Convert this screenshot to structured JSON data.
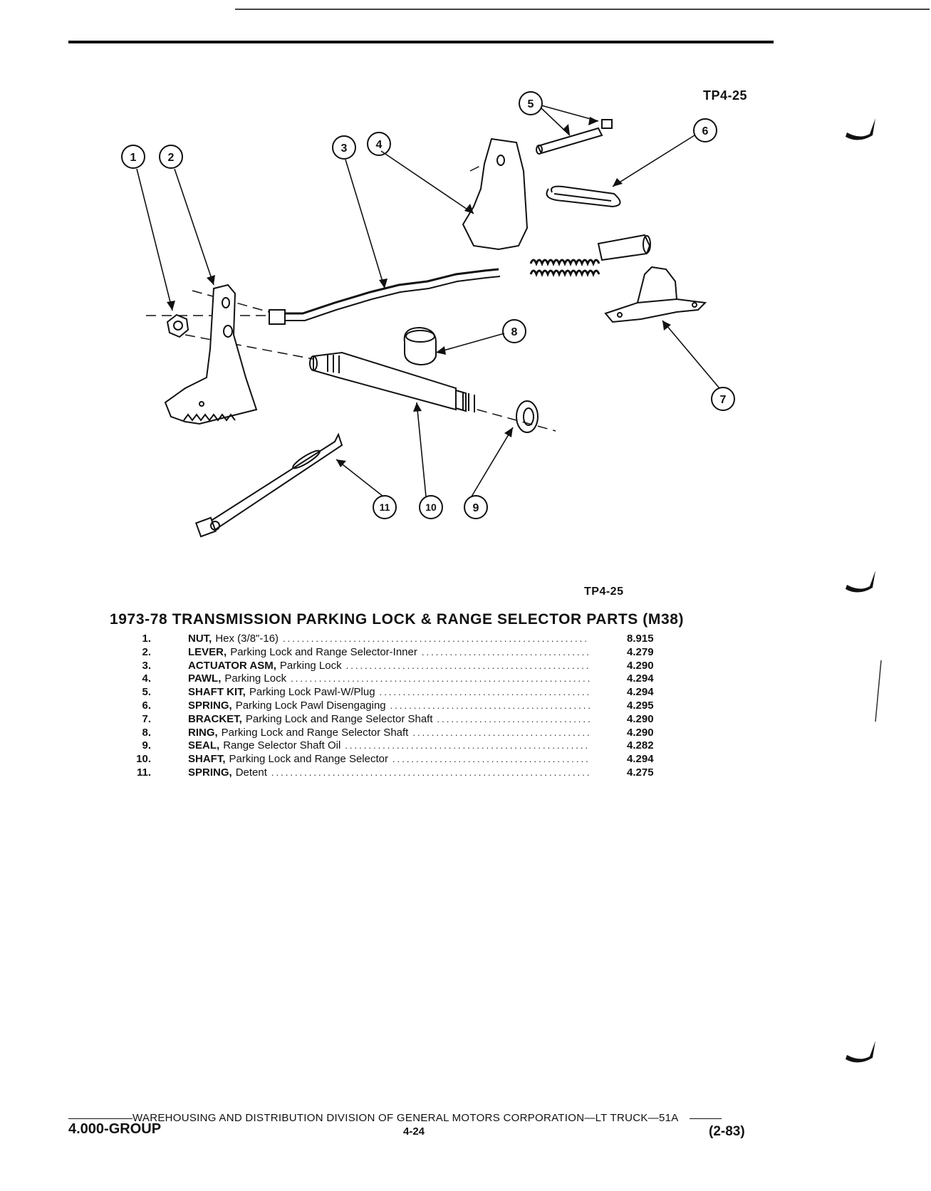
{
  "figure_ref_top": "TP4-25",
  "figure_ref_bottom": "TP4-25",
  "callouts": [
    "1",
    "2",
    "3",
    "4",
    "5",
    "6",
    "7",
    "8",
    "9",
    "10",
    "11"
  ],
  "title": "1973-78 TRANSMISSION PARKING LOCK & RANGE SELECTOR PARTS (M38)",
  "parts": [
    {
      "num": "1.",
      "name": "NUT,",
      "desc": "Hex (3/8\"-16)",
      "code": "8.915"
    },
    {
      "num": "2.",
      "name": "LEVER,",
      "desc": "Parking Lock and Range Selector-Inner",
      "code": "4.279"
    },
    {
      "num": "3.",
      "name": "ACTUATOR ASM,",
      "desc": "Parking Lock",
      "code": "4.290"
    },
    {
      "num": "4.",
      "name": "PAWL,",
      "desc": "Parking Lock",
      "code": "4.294"
    },
    {
      "num": "5.",
      "name": "SHAFT KIT,",
      "desc": "Parking Lock Pawl-W/Plug",
      "code": "4.294"
    },
    {
      "num": "6.",
      "name": "SPRING,",
      "desc": "Parking Lock Pawl Disengaging",
      "code": "4.295"
    },
    {
      "num": "7.",
      "name": "BRACKET,",
      "desc": "Parking Lock and Range Selector Shaft",
      "code": "4.290"
    },
    {
      "num": "8.",
      "name": "RING,",
      "desc": "Parking Lock and Range Selector Shaft",
      "code": "4.290"
    },
    {
      "num": "9.",
      "name": "SEAL,",
      "desc": "Range Selector Shaft Oil",
      "code": "4.282"
    },
    {
      "num": "10.",
      "name": "SHAFT,",
      "desc": "Parking Lock and Range Selector",
      "code": "4.294"
    },
    {
      "num": "11.",
      "name": "SPRING,",
      "desc": "Detent",
      "code": "4.275"
    }
  ],
  "footer": {
    "division": "WAREHOUSING AND DISTRIBUTION  DIVISION OF GENERAL MOTORS CORPORATION—LT TRUCK—51A",
    "group": "4.000-GROUP",
    "page": "4-24",
    "date": "(2-83)"
  }
}
